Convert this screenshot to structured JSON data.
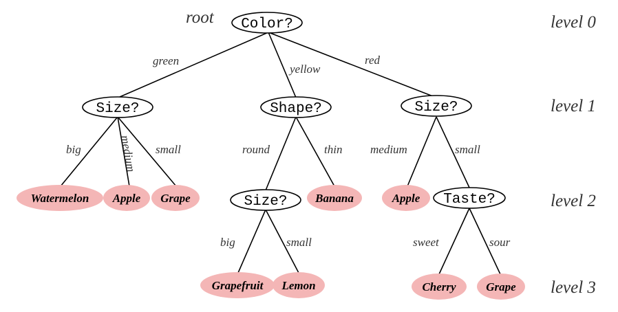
{
  "root_label": "root",
  "levels": [
    "level 0",
    "level 1",
    "level 2",
    "level 3"
  ],
  "colors": {
    "leaf_fill": "#f4b6b6",
    "question_fill": "#ffffff",
    "stroke": "#000000"
  },
  "nodes": {
    "color": {
      "label": "Color?",
      "kind": "question"
    },
    "size_green": {
      "label": "Size?",
      "kind": "question"
    },
    "shape": {
      "label": "Shape?",
      "kind": "question"
    },
    "size_red": {
      "label": "Size?",
      "kind": "question"
    },
    "watermelon": {
      "label": "Watermelon",
      "kind": "leaf"
    },
    "apple_green": {
      "label": "Apple",
      "kind": "leaf"
    },
    "grape_green": {
      "label": "Grape",
      "kind": "leaf"
    },
    "size_round": {
      "label": "Size?",
      "kind": "question"
    },
    "banana": {
      "label": "Banana",
      "kind": "leaf"
    },
    "apple_red": {
      "label": "Apple",
      "kind": "leaf"
    },
    "taste": {
      "label": "Taste?",
      "kind": "question"
    },
    "grapefruit": {
      "label": "Grapefruit",
      "kind": "leaf"
    },
    "lemon": {
      "label": "Lemon",
      "kind": "leaf"
    },
    "cherry": {
      "label": "Cherry",
      "kind": "leaf"
    },
    "grape_red": {
      "label": "Grape",
      "kind": "leaf"
    }
  },
  "edges": {
    "color_green": "green",
    "color_yellow": "yellow",
    "color_red": "red",
    "size_green_big": "big",
    "size_green_medium": "medium",
    "size_green_small": "small",
    "shape_round": "round",
    "shape_thin": "thin",
    "size_red_medium": "medium",
    "size_red_small": "small",
    "size_round_big": "big",
    "size_round_small": "small",
    "taste_sweet": "sweet",
    "taste_sour": "sour"
  }
}
